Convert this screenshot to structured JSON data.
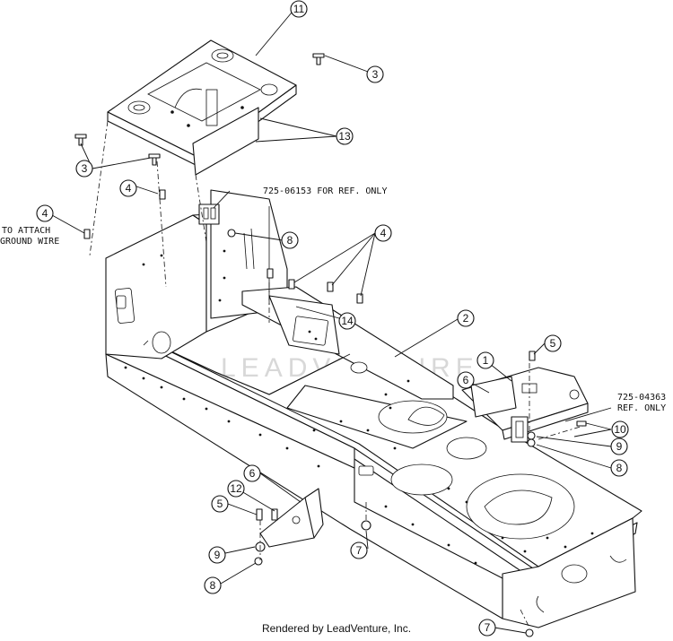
{
  "callouts": [
    {
      "label": "11"
    },
    {
      "label": "3"
    },
    {
      "label": "13"
    },
    {
      "label": "3"
    },
    {
      "label": "4"
    },
    {
      "label": "4"
    },
    {
      "label": "8"
    },
    {
      "label": "4"
    },
    {
      "label": "14"
    },
    {
      "label": "2"
    },
    {
      "label": "5"
    },
    {
      "label": "1"
    },
    {
      "label": "6"
    },
    {
      "label": "10"
    },
    {
      "label": "9"
    },
    {
      "label": "8"
    },
    {
      "label": "6"
    },
    {
      "label": "12"
    },
    {
      "label": "5"
    },
    {
      "label": "9"
    },
    {
      "label": "8"
    },
    {
      "label": "7"
    },
    {
      "label": "7"
    }
  ],
  "notes": {
    "ref_06153": "725-06153 FOR REF. ONLY",
    "ref_04363_line1": "725-04363",
    "ref_04363_line2": "REF. ONLY",
    "ground_line1": "TO ATTACH",
    "ground_line2": "GROUND WIRE"
  },
  "watermark": "LEADVENTURE",
  "footer": "Rendered by LeadVenture, Inc."
}
